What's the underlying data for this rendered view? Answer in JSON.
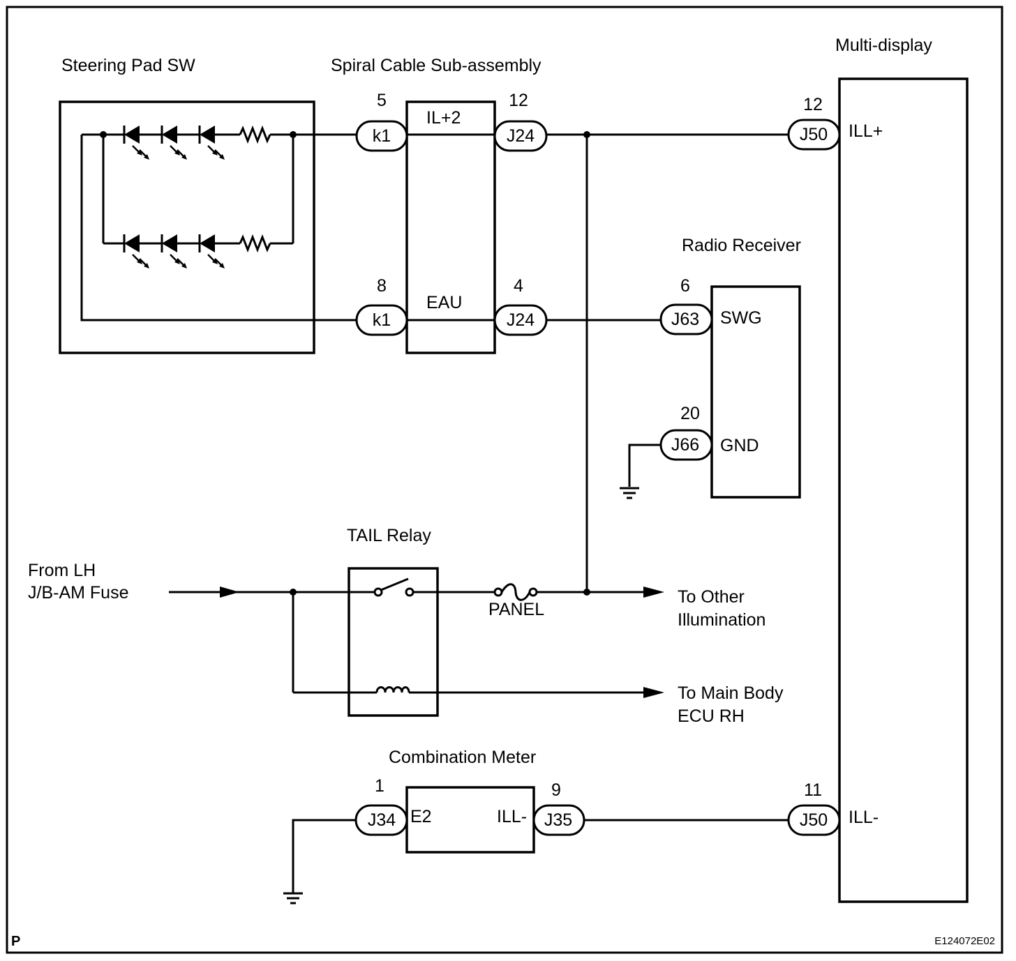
{
  "components": {
    "steering_pad_sw": "Steering Pad SW",
    "spiral_cable": "Spiral Cable Sub-assembly",
    "multi_display": "Multi-display",
    "radio_receiver": "Radio Receiver",
    "tail_relay": "TAIL Relay",
    "combination_meter": "Combination Meter"
  },
  "connectors": {
    "k1_top": {
      "pin": "5",
      "id": "k1"
    },
    "k1_bot": {
      "pin": "8",
      "id": "k1"
    },
    "j24_top": {
      "pin": "12",
      "id": "J24"
    },
    "j24_bot": {
      "pin": "4",
      "id": "J24"
    },
    "j50_top": {
      "pin": "12",
      "id": "J50"
    },
    "j50_bot": {
      "pin": "11",
      "id": "J50"
    },
    "j63": {
      "pin": "6",
      "id": "J63"
    },
    "j66": {
      "pin": "20",
      "id": "J66"
    },
    "j34": {
      "pin": "1",
      "id": "J34"
    },
    "j35": {
      "pin": "9",
      "id": "J35"
    }
  },
  "terminals": {
    "il2": "IL+2",
    "eau": "EAU",
    "ill_plus": "ILL+",
    "ill_minus": "ILL-",
    "swg": "SWG",
    "gnd": "GND",
    "e2": "E2",
    "meter_ill_minus": "ILL-"
  },
  "labels": {
    "from_line1": "From LH",
    "from_line2": "J/B-AM Fuse",
    "panel": "PANEL",
    "to_other_1": "To Other",
    "to_other_2": "Illumination",
    "to_main_1": "To Main Body",
    "to_main_2": "ECU RH",
    "corner_p": "P",
    "figure_code": "E124072E02"
  },
  "icons": {
    "led": "led-icon",
    "resistor": "resistor-icon",
    "ground": "ground-icon",
    "fuse": "fuse-icon",
    "relay_switch": "relay-switch-icon",
    "relay_coil": "relay-coil-icon",
    "arrow": "arrow-icon"
  }
}
